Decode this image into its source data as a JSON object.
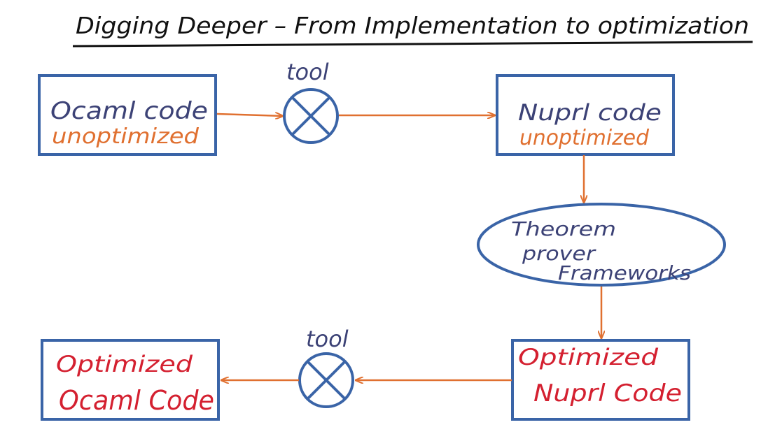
{
  "title": "Digging Deeper – From Implementation to optimization",
  "colors": {
    "box_stroke": "#3a64a7",
    "arrow": "#e07030",
    "dark_text": "#3c4276",
    "orange_text": "#e07030",
    "red_text": "#d42030",
    "title_text": "#111111"
  },
  "nodes": {
    "ocaml_unopt": {
      "line1": "Ocaml code",
      "line2": "unoptimized"
    },
    "tool_top": {
      "label": "tool",
      "icon": "circle-x-icon"
    },
    "nuprl_unopt": {
      "line1": "Nuprl code",
      "line2": "unoptimized"
    },
    "theorem_prover": {
      "line1": "Theorem",
      "line2": "prover",
      "line3": "Frameworks"
    },
    "nuprl_opt": {
      "line1": "Optimized",
      "line2": "Nuprl Code"
    },
    "tool_bottom": {
      "label": "tool",
      "icon": "circle-x-icon"
    },
    "ocaml_opt": {
      "line1": "Optimized",
      "line2": "Ocaml Code"
    }
  }
}
